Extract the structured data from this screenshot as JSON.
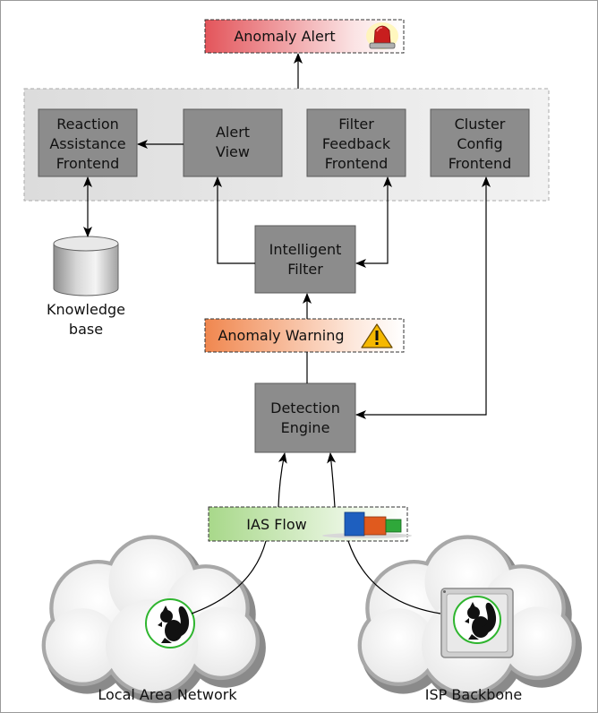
{
  "labels": {
    "anomaly_alert": "Anomaly Alert",
    "reaction_assistance": [
      "Reaction",
      "Assistance",
      "Frontend"
    ],
    "alert_view": [
      "Alert",
      "View"
    ],
    "filter_feedback": [
      "Filter",
      "Feedback",
      "Frontend"
    ],
    "cluster_config": [
      "Cluster",
      "Config",
      "Frontend"
    ],
    "knowledge_base": [
      "Knowledge",
      "base"
    ],
    "intelligent_filter": [
      "Intelligent",
      "Filter"
    ],
    "anomaly_warning": "Anomaly Warning",
    "detection_engine": [
      "Detection",
      "Engine"
    ],
    "ias_flow": "IAS Flow",
    "local_area_network": "Local Area Network",
    "isp_backbone": "ISP Backbone"
  },
  "icons": {
    "alert": "siren-icon",
    "warning": "warning-triangle-icon",
    "flow": "bar-chart-icon",
    "network": "squirrel-logo-icon"
  },
  "colors": {
    "module_fill": "#8c8c8c",
    "module_stroke": "#5a5a5a",
    "frontend_group_fill": "#e4e4e4",
    "alert_gradient_start": "#e3555b",
    "warning_gradient_start": "#f0874f",
    "flow_gradient_start": "#a8d88a",
    "network_ring": "#2fb52f"
  }
}
